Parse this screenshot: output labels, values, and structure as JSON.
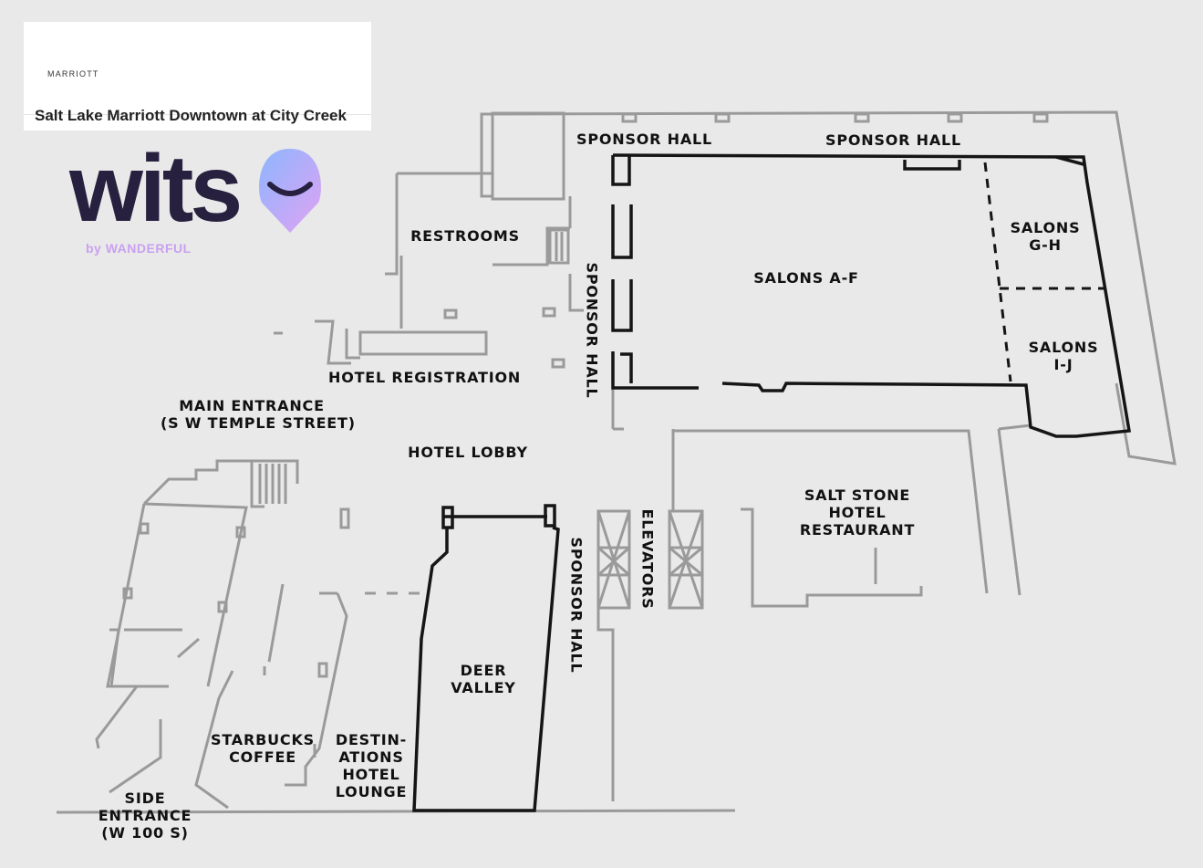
{
  "branding": {
    "marriott_wordmark": "MARRIOTT",
    "hotel_name": "Salt Lake Marriott Downtown at City Creek",
    "wits_wordmark": "wits",
    "wits_tagline": "by WANDERFUL"
  },
  "colors": {
    "background": "#e9e9e9",
    "wall_outline": "#9a9a9a",
    "event_room_outline": "#151515",
    "marriott_red": "#a8142e",
    "wits_navy": "#27213f",
    "pin_gradient_start": "#8db6ff",
    "pin_gradient_end": "#e0a2f2"
  },
  "labels": {
    "sponsor_hall_top_left": "SPONSOR HALL",
    "sponsor_hall_top_right": "SPONSOR HALL",
    "sponsor_hall_vertical_upper": "SPONSOR HALL",
    "sponsor_hall_vertical_lower": "SPONSOR HALL",
    "restrooms": "RESTROOMS",
    "salons_af": "SALONS A-F",
    "salons_gh": [
      "SALONS",
      "G-H"
    ],
    "salons_ij": [
      "SALONS",
      "I-J"
    ],
    "hotel_registration": "HOTEL REGISTRATION",
    "main_entrance": [
      "MAIN ENTRANCE",
      "(S W TEMPLE STREET)"
    ],
    "hotel_lobby": "HOTEL LOBBY",
    "elevators": "ELEVATORS",
    "salt_stone": [
      "SALT STONE",
      "HOTEL",
      "RESTAURANT"
    ],
    "deer_valley": [
      "DEER",
      "VALLEY"
    ],
    "starbucks": [
      "STARBUCKS",
      "COFFEE"
    ],
    "destinations": [
      "DESTIN-",
      "ATIONS",
      "HOTEL",
      "LOUNGE"
    ],
    "side_entrance": [
      "SIDE",
      "ENTRANCE",
      "(W 100 S)"
    ]
  }
}
